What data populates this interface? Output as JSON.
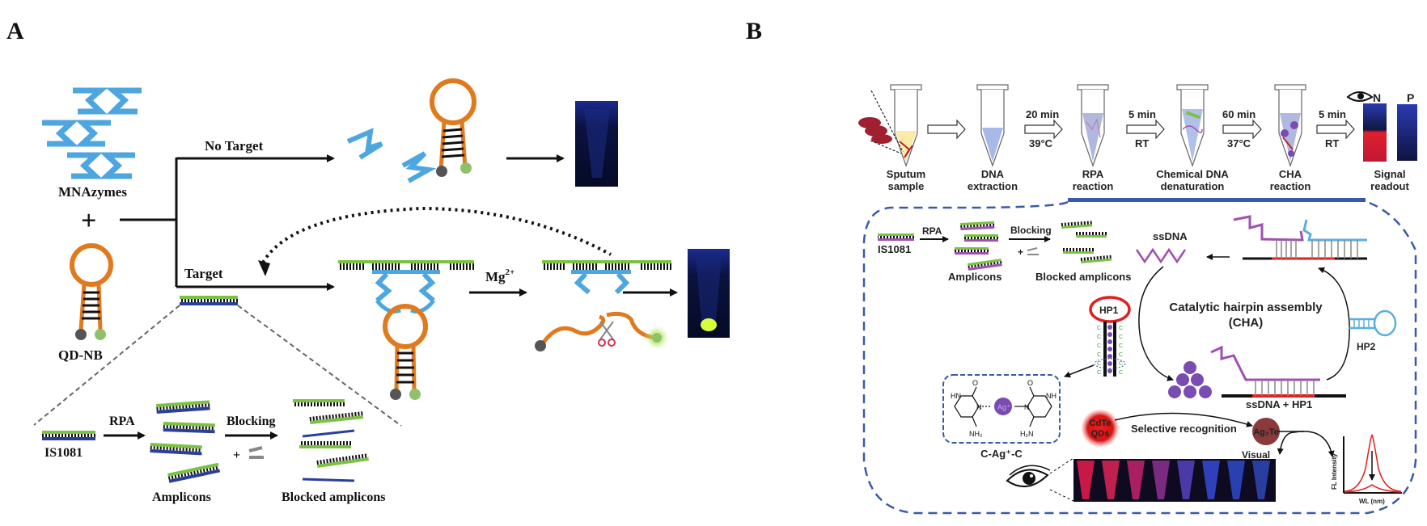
{
  "panels": {
    "a": {
      "label": "A",
      "mnazymes": "MNAzymes",
      "plus": "+",
      "probe": "QD-NB",
      "no_target": "No Target",
      "target": "Target",
      "mg": "Mg",
      "mg_sup": "2+",
      "inset": {
        "template": "IS1081",
        "rpa": "RPA",
        "amplicons": "Amplicons",
        "blocking": "Blocking",
        "blocking_plus": "+",
        "blocked": "Blocked amplicons"
      }
    },
    "b": {
      "label": "B",
      "workflow": [
        {
          "line1": "Sputum",
          "line2": "sample"
        },
        {
          "line1": "DNA",
          "line2": "extraction"
        },
        {
          "line1": "RPA",
          "line2": "reaction"
        },
        {
          "line1": "Chemical DNA",
          "line2": "denaturation"
        },
        {
          "line1": "CHA",
          "line2": "reaction"
        },
        {
          "line1": "Signal",
          "line2": "readout"
        }
      ],
      "steps": [
        {
          "time": "20 min",
          "cond": "39°C"
        },
        {
          "time": "5 min",
          "cond": "RT"
        },
        {
          "time": "60 min",
          "cond": "37°C"
        },
        {
          "time": "5 min",
          "cond": "RT"
        }
      ],
      "readout_neg": "N",
      "readout_pos": "P",
      "inset": {
        "template": "IS1081",
        "rpa": "RPA",
        "amplicons": "Amplicons",
        "blocking": "Blocking",
        "blocking_plus": "+",
        "blocked": "Blocked amplicons",
        "ssdna": "ssDNA",
        "cha_line1": "Catalytic hairpin assembly",
        "cha_line2": "(CHA)",
        "hp1": "HP1",
        "hp2": "HP2",
        "duplex": "ssDNA + HP1",
        "ag_ion": "Ag⁺",
        "complex": "C-Ag⁺-C",
        "nh": "NH",
        "hn": "HN",
        "nh2": "NH₂",
        "h2n": "H₂N",
        "o": "O",
        "n": "N",
        "cdte_line1": "CdTe",
        "cdte_line2": "QDs",
        "selective": "Selective recognition",
        "ag2te": "Ag₂Te",
        "visual": "Visual",
        "fl_ylabel": "FL Intensity",
        "fl_xlabel": "WL (nm)"
      }
    }
  },
  "colors": {
    "mnazyme": "#4da6e0",
    "probe": "#e07a1f",
    "quencher": "#555555",
    "fluor": "#8fc06a",
    "amplicon_top": "#7cc242",
    "amplicon_bottom": "#2a3f9a",
    "blocker": "#888888",
    "tube_dark": "#0a1030",
    "qd_green": "#d8ff3a",
    "frame_blue": "#3a5aa8",
    "hp1_red": "#e02020",
    "ss_purple": "#a050b0",
    "ag_purple": "#7a4bb0",
    "cdte_red": "#e02020",
    "ag2te_brown": "#8a3a3a",
    "hp2_blue": "#5aaee0"
  }
}
